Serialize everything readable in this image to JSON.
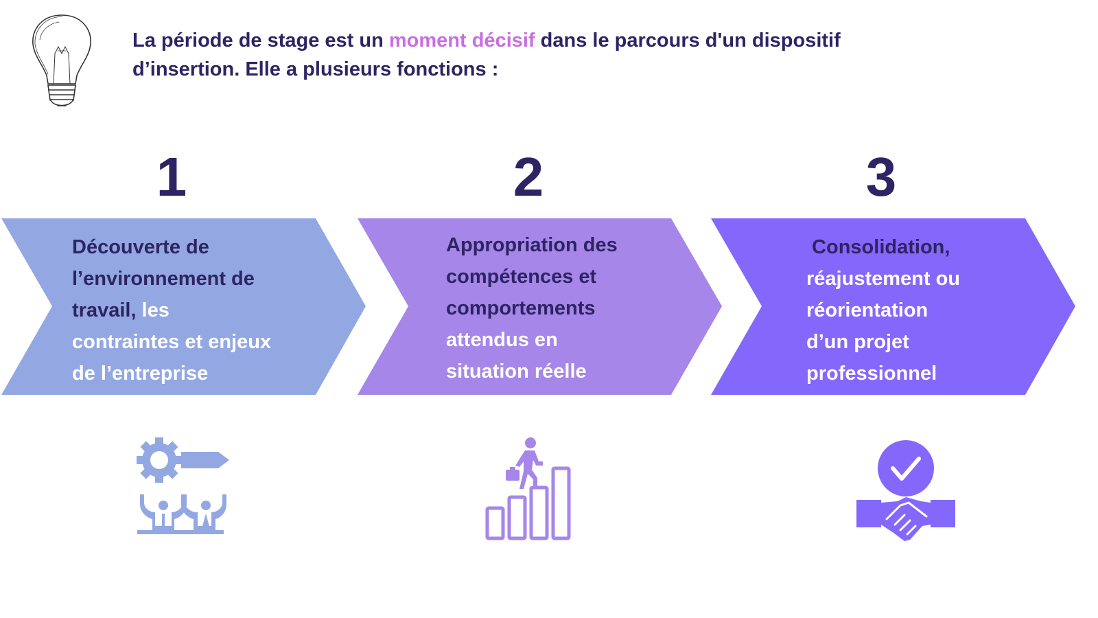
{
  "intro": {
    "part1": "La période de stage est un ",
    "highlight": "moment décisif",
    "part2": " dans le parcours d'un dispositif",
    "line2": "d’insertion. Elle a plusieurs fonctions :"
  },
  "colors": {
    "text": "#2e2463",
    "highlight": "#c86fe0",
    "step1": "#93a8e2",
    "step2": "#a686e8",
    "step3": "#8468fb"
  },
  "steps": [
    {
      "number": "1",
      "lines": [
        {
          "dark": "Découverte de",
          "light": ""
        },
        {
          "dark": "l’environnement de",
          "light": ""
        },
        {
          "dark": "travail,",
          "light": " les"
        },
        {
          "dark": "",
          "light": "contraintes et enjeux"
        },
        {
          "dark": "",
          "light": "de l’entreprise"
        }
      ],
      "icon": "gear-pencil-team-icon"
    },
    {
      "number": "2",
      "lines": [
        {
          "dark": "Appropriation des",
          "light": ""
        },
        {
          "dark": "compétences et",
          "light": ""
        },
        {
          "dark": "comportements",
          "light": ""
        },
        {
          "dark": "",
          "light": "attendus en"
        },
        {
          "dark": "",
          "light": "situation réelle"
        }
      ],
      "icon": "career-stairs-icon"
    },
    {
      "number": "3",
      "lines": [
        {
          "dark": " Consolidation,",
          "light": ""
        },
        {
          "dark": "",
          "light": "réajustement ou"
        },
        {
          "dark": "",
          "light": "réorientation"
        },
        {
          "dark": "",
          "light": "d’un projet"
        },
        {
          "dark": "",
          "light": "professionnel"
        }
      ],
      "icon": "handshake-check-icon"
    }
  ]
}
